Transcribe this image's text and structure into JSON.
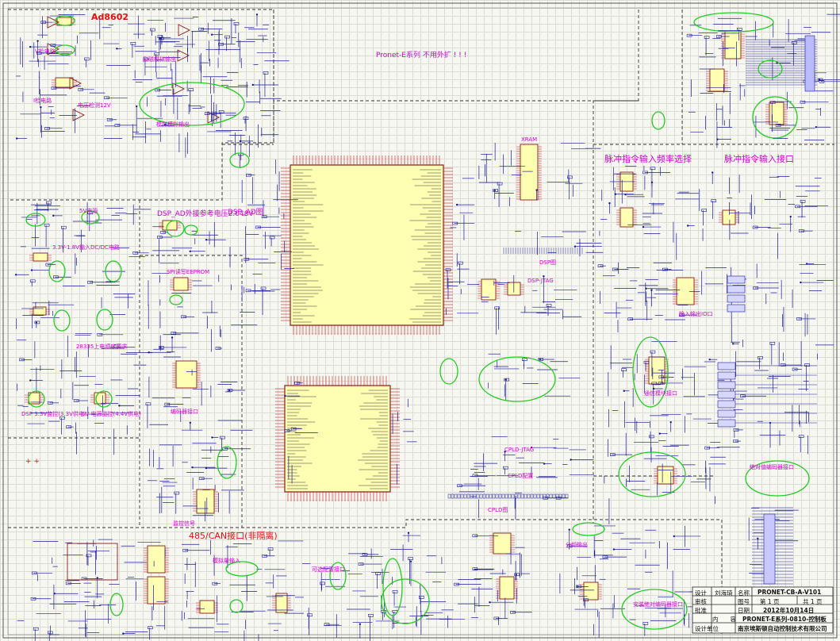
{
  "labels": {
    "ad8602": "Ad8602",
    "v_detect": "V检电路",
    "i_detect": "I检电路",
    "ref_12v": "电压检测12V",
    "sine_a": "励磁模拟输出",
    "sine_b": "模拟模拟输出",
    "pronet_note": "Pronet-E系列 不用外扩 ! ! !",
    "dsp_ad": "DSP_AD外接参考电压2.048V",
    "dsp_ad_short": "DSP_AD图",
    "xram": "XRAM",
    "dsp_map": "DSP图",
    "dsp_jtag": "DSP-JTAG",
    "pulse_freq": "脉冲指令输入频率选择",
    "pulse_iface": "脉冲指令输入接口",
    "spi_eeprom": "SPI读写EEPROM",
    "enc_iface": "编码器接口",
    "can_485": "485/CAN接口(非隔离)",
    "v33_18": "3.3V-1.8V输入DC/DC电路",
    "v5_supply": "5V电源",
    "v33_power_up": "DSP 3.3V监控(3.3V供电)",
    "v5_power": "5V 电源监控(4.4V供电)",
    "power_seq": "28335上电顺序要求",
    "cpld_jtag": "CPLD-JTAG",
    "cpld_cfg": "CPLD配置",
    "cpld_map": "CPLD图",
    "abs_enc_1": "绝对值编码器接口",
    "abs_enc_2": "安装绝对编码器接口",
    "mon_iface": "监控信号",
    "option_iface": "可选配置接口",
    "analog_in": "模拟量输入",
    "pulse_out": "分频输出",
    "comm_note": "通信模块接口",
    "io_note": "输入输出IO口"
  },
  "title_block": {
    "design_label": "设计",
    "designer": "刘海琦",
    "name_label": "名称",
    "doc_no": "PRONET-CB-A-V101",
    "review_label": "审核",
    "figure_label": "图号",
    "page_no": "第 1 页",
    "page_total": "共 1 页",
    "approve_label": "批准",
    "date_label": "日期",
    "date": "2012年10月14日",
    "content_label": "内　　容",
    "content": "PRONET-E系列-0810-控制板",
    "unit_label": "设计单位",
    "company": "南京埃斯顿自动控制技术有限公司"
  },
  "colors": {
    "wire": "#1a1a99",
    "chip_fill": "#ffffb4",
    "chip_stroke": "#8b1a1a",
    "pin_red": "#c81e1e",
    "highlight": "#22cc22",
    "section_border": "#333333",
    "label_magenta": "#d400d4"
  }
}
